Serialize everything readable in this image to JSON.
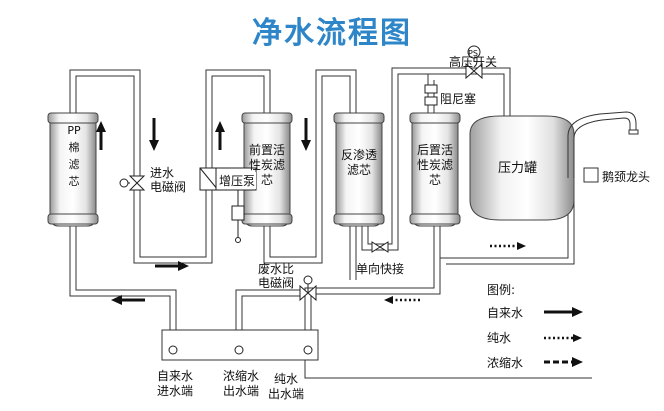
{
  "title": "净水流程图",
  "filters": {
    "pp": "PP棉滤芯",
    "pre_carbon": [
      "前置活",
      "性炭滤",
      "芯"
    ],
    "ro": [
      "反渗透",
      "滤芯"
    ],
    "post_carbon": [
      "后置活",
      "性炭滤",
      "芯"
    ]
  },
  "components": {
    "inlet_valve": [
      "进水",
      "电磁阀"
    ],
    "booster_pump": "增压泵",
    "high_pressure_switch": "高压开关",
    "ps_badge": "PS",
    "damper_plug": "阻尼塞",
    "pressure_tank": "压力罐",
    "faucet": "鹅颈龙头",
    "waste_valve": [
      "废水比",
      "电磁阀"
    ],
    "check_valve": "单向快接"
  },
  "connectors": {
    "tap_in": [
      "自来水",
      "进水端"
    ],
    "concentrate_out": [
      "浓缩水",
      "出水端"
    ],
    "pure_out": [
      "纯水",
      "出水端"
    ]
  },
  "legend": {
    "title": "图例:",
    "items": [
      {
        "label": "自来水",
        "style": "solid-arrow"
      },
      {
        "label": "纯水",
        "style": "dotted-arrow"
      },
      {
        "label": "浓缩水",
        "style": "dash-arrow"
      }
    ]
  }
}
